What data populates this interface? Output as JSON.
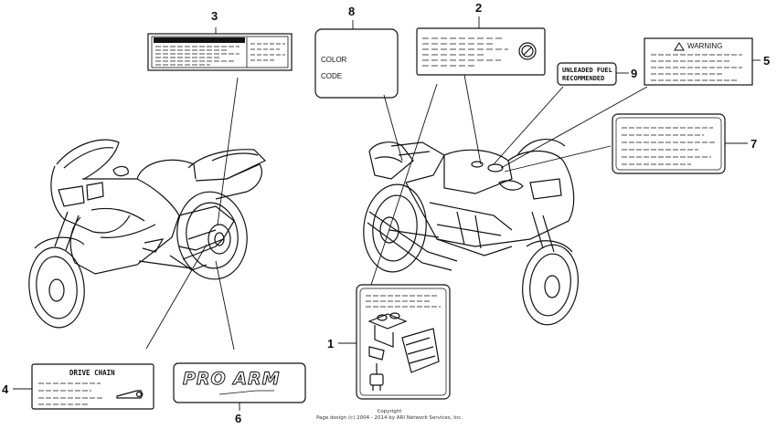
{
  "callouts": [
    "1",
    "2",
    "3",
    "4",
    "5",
    "6",
    "7",
    "8",
    "9"
  ],
  "labels": {
    "color": "COLOR",
    "code": "CODE",
    "unleaded_fuel": "UNLEADED FUEL",
    "recommended": "RECOMMENDED",
    "warning": "WARNING",
    "drive_chain": "DRIVE CHAIN",
    "pro_arm": "PRO ARM"
  },
  "icons": {
    "warning": "warning-triangle-icon",
    "fuel_cap": "fuel-cap-icon",
    "chain_adjuster": "chain-adjuster-icon"
  },
  "footer": {
    "line1": "Copyright",
    "line2": "Page design (c) 2004 - 2014 by ARI Network Services, Inc."
  }
}
